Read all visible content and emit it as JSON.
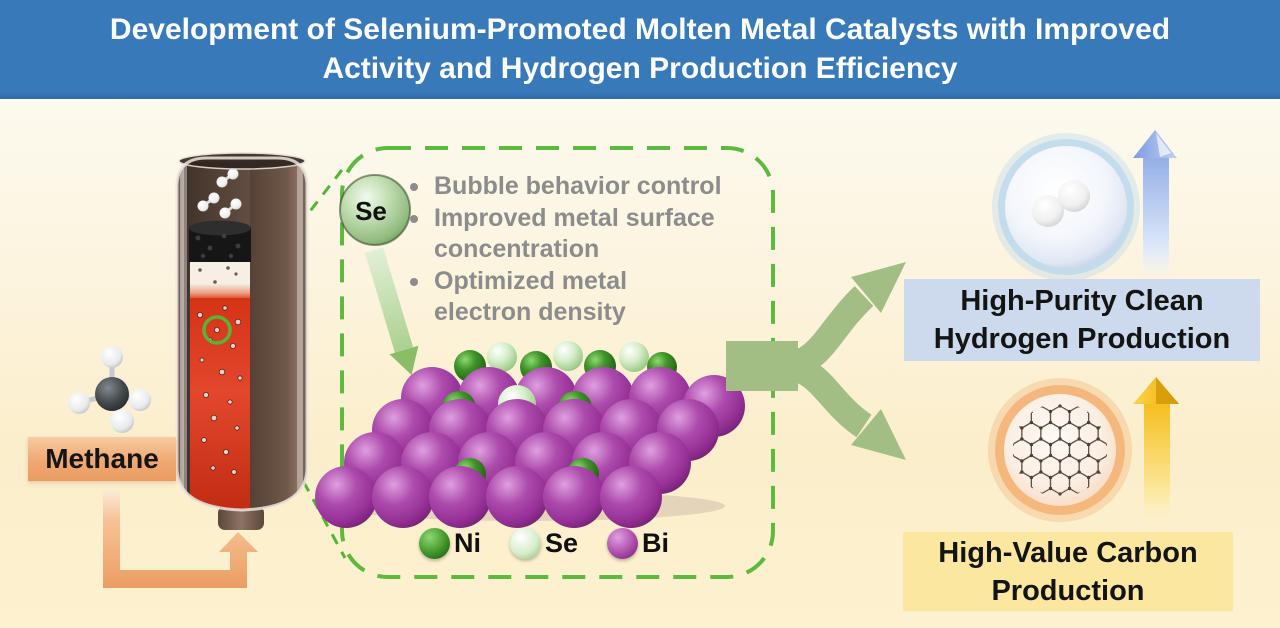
{
  "header": {
    "title_line1": "Development of Selenium-Promoted Molten Metal Catalysts with Improved",
    "title_line2": "Activity and Hydrogen Production Efficiency"
  },
  "feed": {
    "methane_label": "Methane"
  },
  "mechanism": {
    "se_label": "Se",
    "bullets": [
      {
        "line1": "Bubble behavior control",
        "line2": ""
      },
      {
        "line1": "Improved metal surface",
        "line2": "concentration"
      },
      {
        "line1": "Optimized metal",
        "line2": "electron density"
      }
    ],
    "legend": [
      {
        "label": "Ni",
        "color": "#3f9428"
      },
      {
        "label": "Se",
        "color": "#d6eecb"
      },
      {
        "label": "Bi",
        "color": "#ad4cad"
      }
    ]
  },
  "products": {
    "hydrogen": {
      "line1": "High-Purity Clean",
      "line2": "Hydrogen Production"
    },
    "carbon": {
      "line1": "High-Value Carbon",
      "line2": "Production"
    }
  },
  "colors": {
    "header_bg": "#3879ba",
    "panel_dashed_border": "#5eb93f",
    "hydrogen_box_bg": "#cdd9ec",
    "carbon_box_bg": "#fbe7a0",
    "methane_box_bg": "#efa873",
    "branch_arrow": "#a3be84",
    "molten_metal": "#e2472c"
  }
}
